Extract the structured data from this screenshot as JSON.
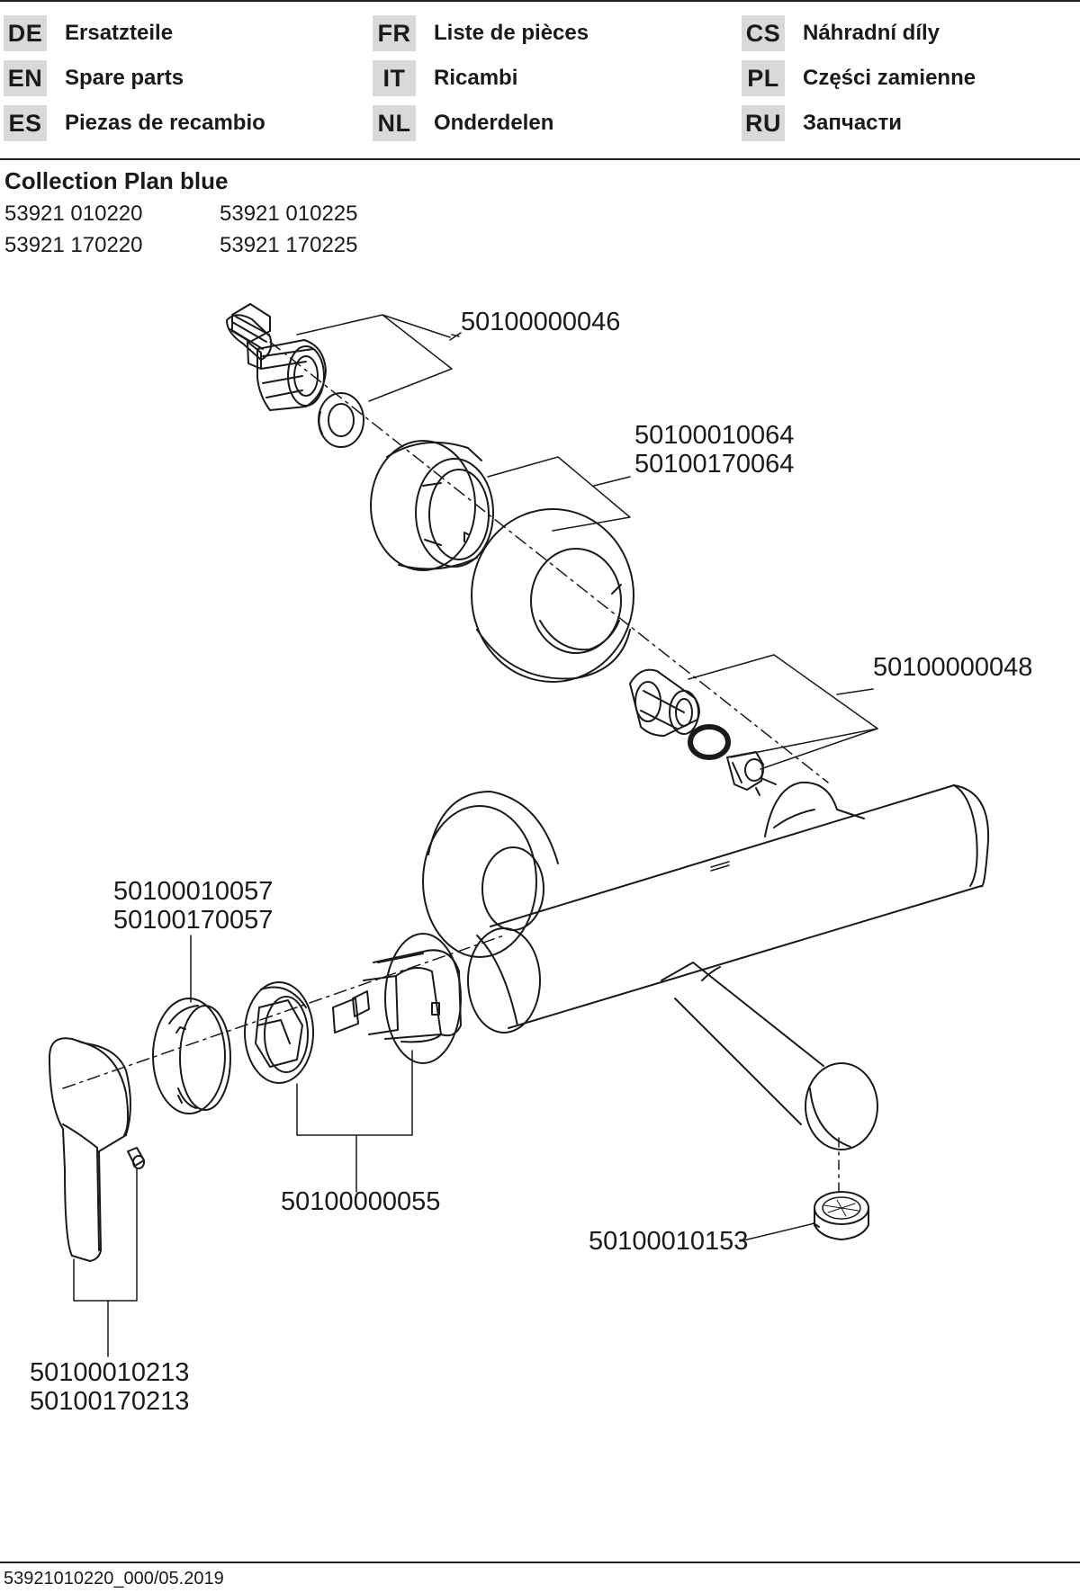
{
  "languages": [
    {
      "code": "DE",
      "label": "Ersatzteile"
    },
    {
      "code": "EN",
      "label": "Spare parts"
    },
    {
      "code": "ES",
      "label": "Piezas de recambio"
    },
    {
      "code": "FR",
      "label": "Liste de pièces"
    },
    {
      "code": "IT",
      "label": "Ricambi"
    },
    {
      "code": "NL",
      "label": "Onderdelen"
    },
    {
      "code": "CS",
      "label": "Náhradní díly"
    },
    {
      "code": "PL",
      "label": "Części zamienne"
    },
    {
      "code": "RU",
      "label": "Запчасти"
    }
  ],
  "product": {
    "title": "Collection Plan blue",
    "models": [
      "53921 010220",
      "53921 010225",
      "53921 170220",
      "53921 170225"
    ]
  },
  "parts": {
    "p046": "50100000046",
    "p064a": "50100010064",
    "p064b": "50100170064",
    "p048": "50100000048",
    "p057a": "50100010057",
    "p057b": "50100170057",
    "p055": "50100000055",
    "p153": "50100010153",
    "p213a": "50100010213",
    "p213b": "50100170213"
  },
  "footer": {
    "doc_id": "53921010220_000/05.2019"
  }
}
